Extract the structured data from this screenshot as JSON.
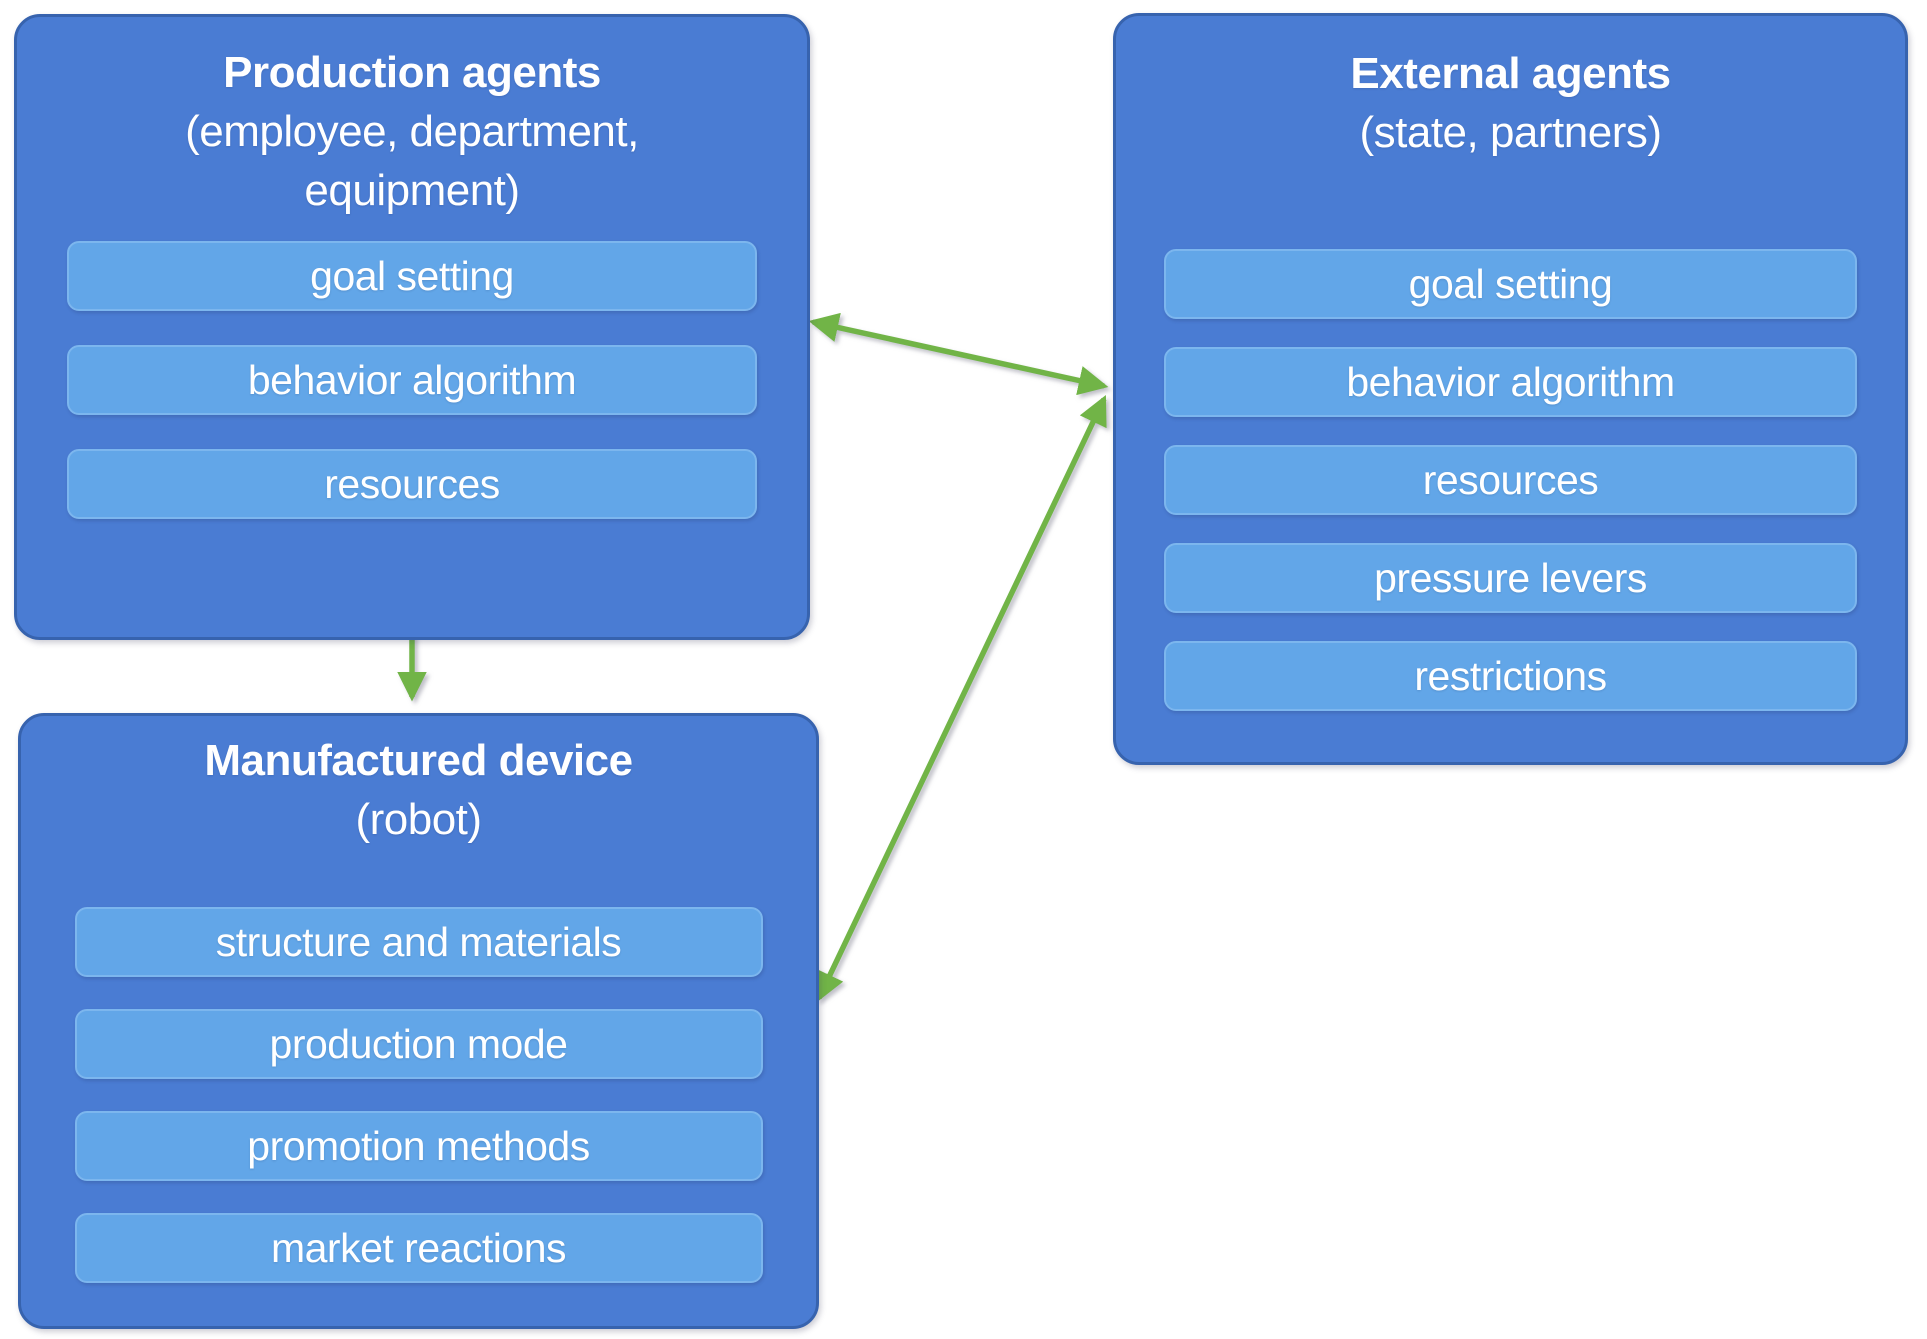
{
  "diagram": {
    "colors": {
      "background": "#ffffff",
      "box_fill": "#4a7cd3",
      "box_border": "#3763ae",
      "item_fill": "#62a6e8",
      "item_border": "#7cb6ee",
      "arrow": "#71b447",
      "text": "#ffffff"
    },
    "boxes": {
      "production": {
        "title": "Production agents",
        "subtitle_line1": "(employee, department,",
        "subtitle_line2": "equipment)",
        "items": [
          "goal setting",
          "behavior algorithm",
          "resources"
        ]
      },
      "external": {
        "title": "External agents",
        "subtitle_line1": "(state, partners)",
        "items": [
          "goal setting",
          "behavior algorithm",
          "resources",
          "pressure levers",
          "restrictions"
        ]
      },
      "device": {
        "title": "Manufactured device",
        "subtitle_line1": "(robot)",
        "items": [
          "structure and materials",
          "production mode",
          "promotion methods",
          "market reactions"
        ]
      }
    },
    "connections": [
      {
        "from": "production-agents",
        "to": "external-agents",
        "style": "double-headed"
      },
      {
        "from": "external-agents",
        "to": "manufactured-device",
        "style": "double-headed"
      },
      {
        "from": "production-agents",
        "to": "manufactured-device",
        "style": "single-headed"
      }
    ]
  }
}
